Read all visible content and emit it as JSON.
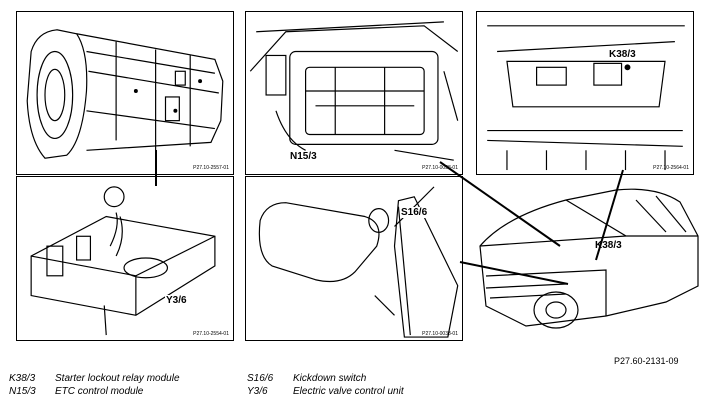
{
  "figures": {
    "transmission": {
      "code": "P27.10-2557-01"
    },
    "engine_bay": {
      "code": "P27.10-0038-01",
      "label": "N15/3"
    },
    "relay_module": {
      "code": "P27.10-2564-01",
      "label": "K38/3"
    },
    "valve_unit": {
      "code": "P27.10-2554-01",
      "label": "Y3/6"
    },
    "pedal": {
      "code": "P27.10-0038-01",
      "label": "S16/6"
    },
    "vehicle": {
      "label": "K38/3"
    }
  },
  "diagram_ref": "P27.60-2131-09",
  "legend": [
    {
      "code": "K38/3",
      "desc": "Starter lockout relay module"
    },
    {
      "code": "N15/3",
      "desc": "ETC control module"
    },
    {
      "code": "S16/6",
      "desc": "Kickdown switch"
    },
    {
      "code": "Y3/6",
      "desc": "Electric valve control unit"
    }
  ]
}
